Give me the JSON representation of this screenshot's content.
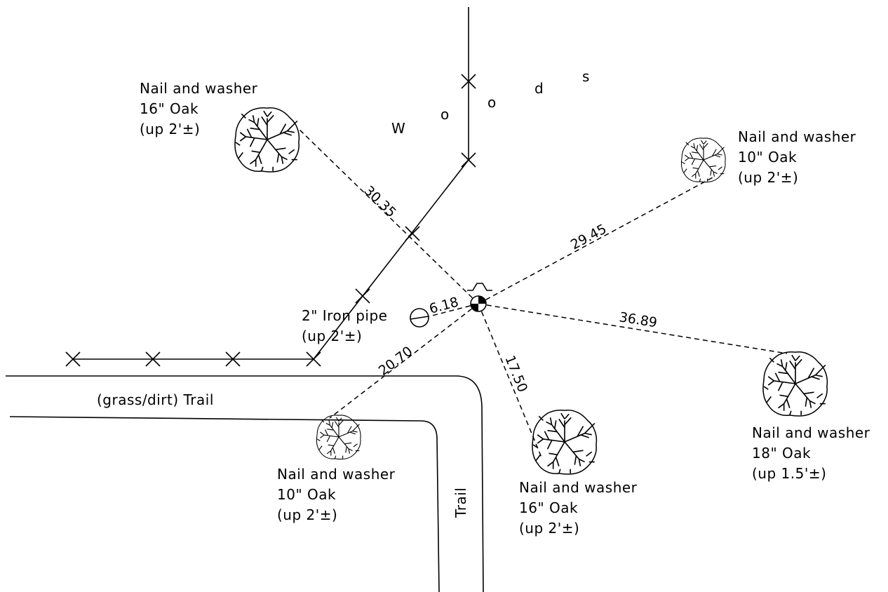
{
  "labels": {
    "woods": [
      "W",
      "o",
      "o",
      "d",
      "s"
    ],
    "trail_main": "(grass/dirt) Trail",
    "trail_side": "Trail",
    "pipe": {
      "line1": "2\" Iron pipe",
      "line2": "(up 2'±)"
    }
  },
  "trees": [
    {
      "id": "nw-oak",
      "line1": "Nail and washer",
      "line2": "16\" Oak",
      "line3": "(up 2'±)",
      "distance": "30.35"
    },
    {
      "id": "ne-oak",
      "line1": "Nail and washer",
      "line2": "10\" Oak",
      "line3": "(up 2'±)",
      "distance": "29.45"
    },
    {
      "id": "e-oak",
      "line1": "Nail and washer",
      "line2": "18\" Oak",
      "line3": "(up 1.5'±)",
      "distance": "36.89"
    },
    {
      "id": "s-oak",
      "line1": "Nail and washer",
      "line2": "16\" Oak",
      "line3": "(up 2'±)",
      "distance": "17.50"
    },
    {
      "id": "sw-oak",
      "line1": "Nail and washer",
      "line2": "10\" Oak",
      "line3": "(up 2'±)",
      "distance": "20.70"
    }
  ],
  "pipe_distance": "6.18"
}
